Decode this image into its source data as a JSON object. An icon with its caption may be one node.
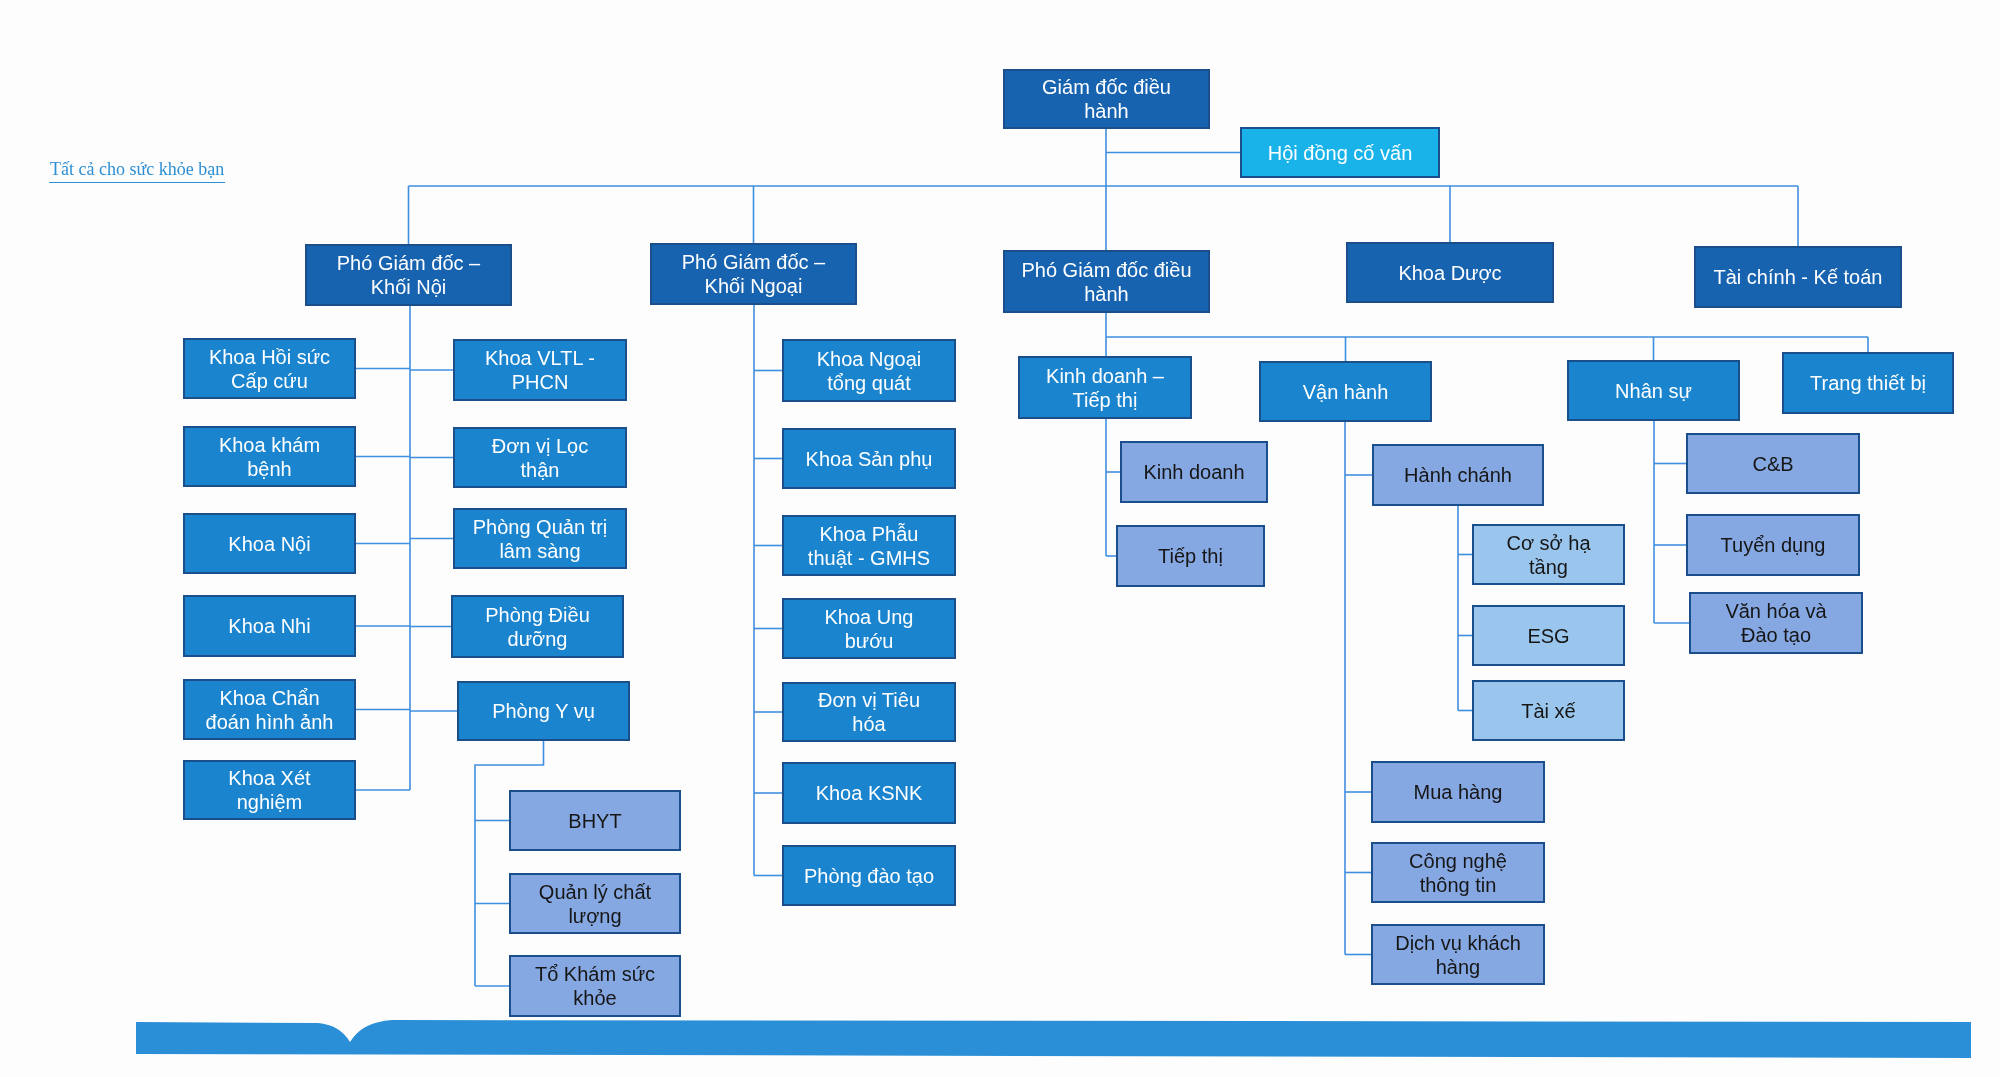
{
  "diagram": {
    "nodes": [
      {
        "text": [
          "Giám đốc điều hành"
        ]
      },
      {
        "text": [
          "Hội đồng cố vấn"
        ]
      },
      {
        "text": [
          "Phó Giám đốc – Khối Nội"
        ]
      },
      {
        "text": [
          "Phó Giám đốc – Khối Ngoại"
        ]
      },
      {
        "text": [
          "Phó Giám đốc điều hành"
        ]
      },
      {
        "text": [
          "Khoa Dược"
        ]
      },
      {
        "text": [
          "Tài chính - Kế toán"
        ]
      },
      {
        "text": [
          "Khoa Hồi sức Cấp cứu"
        ]
      },
      {
        "text": [
          "Khoa VLTL - PHCN"
        ]
      },
      {
        "text": [
          "Khoa khám bệnh"
        ]
      },
      {
        "text": [
          "Đơn vị Lọc thận"
        ]
      },
      {
        "text": [
          "Khoa Nội"
        ]
      },
      {
        "text": [
          "Phòng Quản trị lâm sàng"
        ]
      },
      {
        "text": [
          "Khoa Nhi"
        ]
      },
      {
        "text": [
          "Phòng Điều dưỡng"
        ]
      },
      {
        "text": [
          "Khoa Chẩn đoán hình ảnh"
        ]
      },
      {
        "text": [
          "Phòng Y vụ"
        ]
      },
      {
        "text": [
          "Khoa Xét nghiệm"
        ]
      },
      {
        "text": [
          "BHYT"
        ]
      },
      {
        "text": [
          "Quản lý chất lượng"
        ]
      },
      {
        "text": [
          "Tổ Khám sức khỏe"
        ]
      },
      {
        "text": [
          "Khoa Ngoại tổng quát"
        ]
      },
      {
        "text": [
          "Khoa Sản phụ"
        ]
      },
      {
        "text": [
          "Khoa Phẫu thuật - GMHS"
        ]
      },
      {
        "text": [
          "Khoa Ung bướu"
        ]
      },
      {
        "text": [
          "Đơn vị Tiêu hóa"
        ]
      },
      {
        "text": [
          "Khoa KSNK"
        ]
      },
      {
        "text": [
          "Phòng đào tạo"
        ]
      },
      {
        "text": [
          "Kinh doanh – Tiếp thị"
        ]
      },
      {
        "text": [
          "Vận hành"
        ]
      },
      {
        "text": [
          "Nhân sự"
        ]
      },
      {
        "text": [
          "Trang thiết bị"
        ]
      },
      {
        "text": [
          "Kinh doanh"
        ]
      },
      {
        "text": [
          "Tiếp thị"
        ]
      },
      {
        "text": [
          "Hành chánh"
        ]
      },
      {
        "text": [
          "Cơ sở hạ tầng"
        ]
      },
      {
        "text": [
          "ESG"
        ]
      },
      {
        "text": [
          "Tài xế"
        ]
      },
      {
        "text": [
          "Mua hàng"
        ]
      },
      {
        "text": [
          "Công nghệ thông tin"
        ]
      },
      {
        "text": [
          "Dịch vụ khách hàng"
        ]
      },
      {
        "text": [
          "C&B"
        ]
      },
      {
        "text": [
          "Tuyển dụng"
        ]
      },
      {
        "text": [
          "Văn hóa và Đào tạo"
        ]
      }
    ],
    "edges": [
      {
        "from": 0,
        "to": 1,
        "arrow": "none"
      },
      {
        "from": 0,
        "to": 2,
        "arrow": "none"
      },
      {
        "from": 0,
        "to": 3,
        "arrow": "none"
      },
      {
        "from": 0,
        "to": 4,
        "arrow": "none"
      },
      {
        "from": 0,
        "to": 5,
        "arrow": "none"
      },
      {
        "from": 0,
        "to": 6,
        "arrow": "none"
      },
      {
        "from": 2,
        "to": 7,
        "arrow": "none"
      },
      {
        "from": 2,
        "to": 8,
        "arrow": "none"
      },
      {
        "from": 2,
        "to": 9,
        "arrow": "none"
      },
      {
        "from": 2,
        "to": 10,
        "arrow": "none"
      },
      {
        "from": 2,
        "to": 11,
        "arrow": "none"
      },
      {
        "from": 2,
        "to": 12,
        "arrow": "none"
      },
      {
        "from": 2,
        "to": 13,
        "arrow": "none"
      },
      {
        "from": 2,
        "to": 14,
        "arrow": "none"
      },
      {
        "from": 2,
        "to": 15,
        "arrow": "none"
      },
      {
        "from": 2,
        "to": 16,
        "arrow": "none"
      },
      {
        "from": 2,
        "to": 17,
        "arrow": "none"
      },
      {
        "from": 16,
        "to": 18,
        "arrow": "none"
      },
      {
        "from": 16,
        "to": 19,
        "arrow": "none"
      },
      {
        "from": 16,
        "to": 20,
        "arrow": "none"
      },
      {
        "from": 3,
        "to": 21,
        "arrow": "none"
      },
      {
        "from": 3,
        "to": 22,
        "arrow": "none"
      },
      {
        "from": 3,
        "to": 23,
        "arrow": "none"
      },
      {
        "from": 3,
        "to": 24,
        "arrow": "none"
      },
      {
        "from": 3,
        "to": 25,
        "arrow": "none"
      },
      {
        "from": 3,
        "to": 26,
        "arrow": "none"
      },
      {
        "from": 3,
        "to": 27,
        "arrow": "none"
      },
      {
        "from": 4,
        "to": 28,
        "arrow": "none"
      },
      {
        "from": 4,
        "to": 29,
        "arrow": "none"
      },
      {
        "from": 4,
        "to": 30,
        "arrow": "none"
      },
      {
        "from": 4,
        "to": 31,
        "arrow": "none"
      },
      {
        "from": 28,
        "to": 32,
        "arrow": "none"
      },
      {
        "from": 28,
        "to": 33,
        "arrow": "none"
      },
      {
        "from": 29,
        "to": 34,
        "arrow": "none"
      },
      {
        "from": 29,
        "to": 38,
        "arrow": "none"
      },
      {
        "from": 29,
        "to": 39,
        "arrow": "none"
      },
      {
        "from": 29,
        "to": 40,
        "arrow": "none"
      },
      {
        "from": 34,
        "to": 35,
        "arrow": "none"
      },
      {
        "from": 34,
        "to": 36,
        "arrow": "none"
      },
      {
        "from": 34,
        "to": 37,
        "arrow": "none"
      },
      {
        "from": 30,
        "to": 41,
        "arrow": "none"
      },
      {
        "from": 30,
        "to": 42,
        "arrow": "none"
      },
      {
        "from": 30,
        "to": 43,
        "arrow": "none"
      }
    ],
    "labels": [
      "Tất cả cho sức khỏe bạn"
    ]
  }
}
